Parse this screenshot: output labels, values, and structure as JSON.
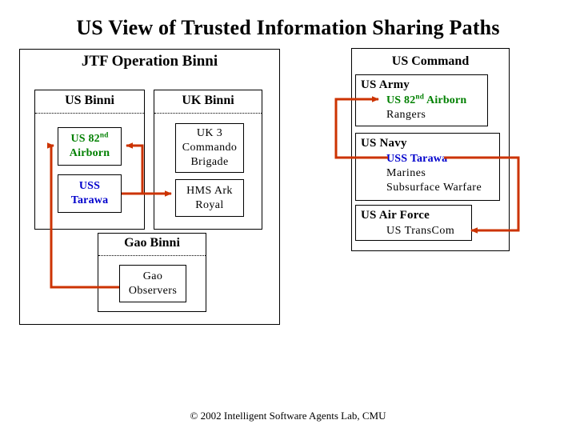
{
  "page": {
    "title": "US View of Trusted Information Sharing Paths",
    "footer": "© 2002 Intelligent Software Agents Lab, CMU",
    "accent_arrow_color": "#CC3300",
    "border_color": "#000000",
    "green": "#008000",
    "blue": "#0000CC"
  },
  "jtf_panel": {
    "title": "JTF Operation Binni",
    "us_binni": {
      "title": "US Binni",
      "nodes": [
        {
          "line1": "US 82",
          "sup": "nd",
          "line2": "Airborn",
          "color": "green"
        },
        {
          "line1": "USS",
          "line2": "Tarawa",
          "color": "blue"
        }
      ]
    },
    "uk_binni": {
      "title": "UK Binni",
      "nodes": [
        {
          "line1": "UK 3",
          "line2": "Commando",
          "line3": "Brigade",
          "color": "black"
        },
        {
          "line1": "HMS Ark",
          "line2": "Royal",
          "color": "black"
        }
      ]
    },
    "gao_binni": {
      "title": "Gao Binni",
      "nodes": [
        {
          "line1": "Gao",
          "line2": "Observers",
          "color": "black"
        }
      ]
    }
  },
  "us_command_panel": {
    "title": "US Command",
    "branches": [
      {
        "header": "US Army",
        "items": [
          {
            "label": "US 82",
            "sup": "nd",
            "label_tail": " Airborn",
            "color": "green",
            "bold": true
          },
          {
            "label": "Rangers",
            "color": "black",
            "bold": false
          }
        ]
      },
      {
        "header": "US Navy",
        "items": [
          {
            "label": "USS Tarawa",
            "color": "blue",
            "bold": true
          },
          {
            "label": "Marines",
            "color": "black",
            "bold": false
          },
          {
            "label": "Subsurface Warfare",
            "color": "black",
            "bold": false
          }
        ]
      },
      {
        "header": "US Air Force",
        "items": [
          {
            "label": "US TransCom",
            "color": "black",
            "bold": false
          }
        ]
      }
    ]
  },
  "connections": [
    {
      "from": "uss-tarawa-binni",
      "to": "hms-ark-royal",
      "style": "orthogonal",
      "color": "#CC3300"
    },
    {
      "from": "uss-tarawa-binni",
      "to": "us-82nd-airborn-binni",
      "style": "orthogonal",
      "color": "#CC3300"
    },
    {
      "from": "gao-observers",
      "to": "us-82nd-airborn-binni",
      "style": "orthogonal",
      "color": "#CC3300"
    },
    {
      "from": "uss-tarawa-command",
      "to": "us-82nd-airborn-command",
      "style": "orthogonal",
      "color": "#CC3300"
    },
    {
      "from": "uss-tarawa-command",
      "to": "us-transcom",
      "style": "orthogonal",
      "color": "#CC3300"
    }
  ]
}
